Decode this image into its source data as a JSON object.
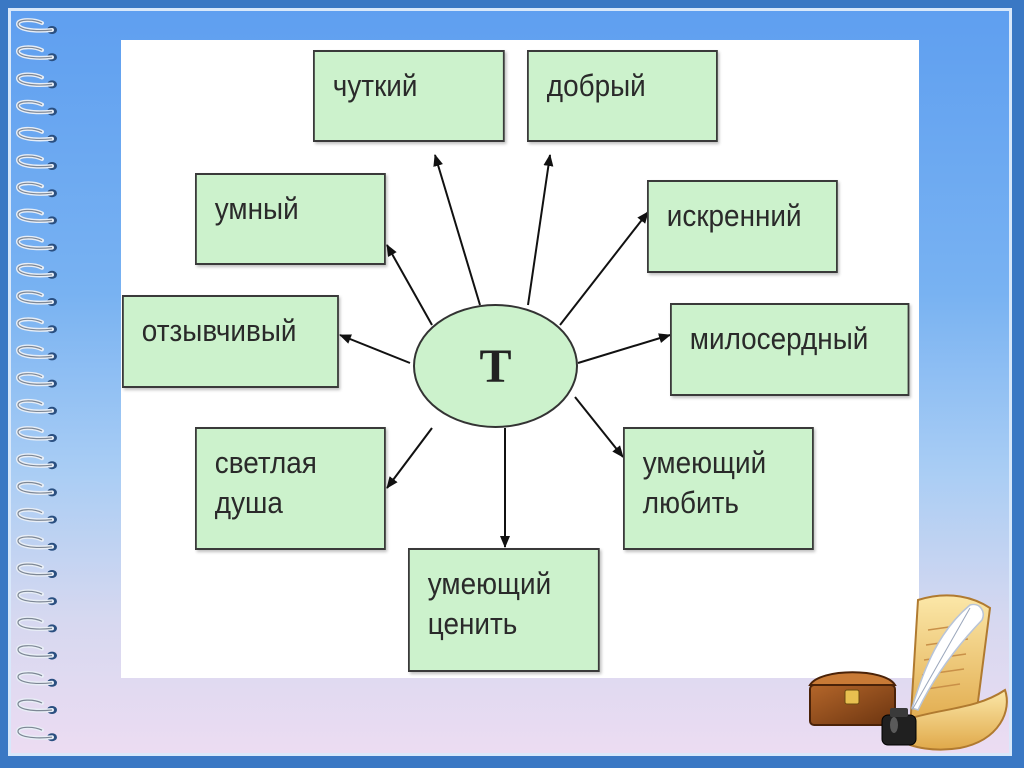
{
  "center": {
    "label": "T"
  },
  "nodes": [
    {
      "id": "chutkiy",
      "label": "чуткий"
    },
    {
      "id": "dobryy",
      "label": "добрый"
    },
    {
      "id": "umnyy",
      "label": "умный"
    },
    {
      "id": "iskrenniy",
      "label": "искренний"
    },
    {
      "id": "otzyvchivyy",
      "label": "отзывчивый"
    },
    {
      "id": "miloserdnyy",
      "label": "милосердный"
    },
    {
      "id": "svetlaya-dusha",
      "label": "светлая\nдуша"
    },
    {
      "id": "umeyushchiy-lyubit",
      "label": "умеющий\nлюбить"
    },
    {
      "id": "umeyushchiy-tsenit",
      "label": "умеющий\nценить"
    }
  ],
  "colors": {
    "node_fill": "#ccf2cc",
    "border": "#3a3a3a",
    "frame_top": "#5f9ff0",
    "frame_bottom": "#ecdcf2"
  }
}
